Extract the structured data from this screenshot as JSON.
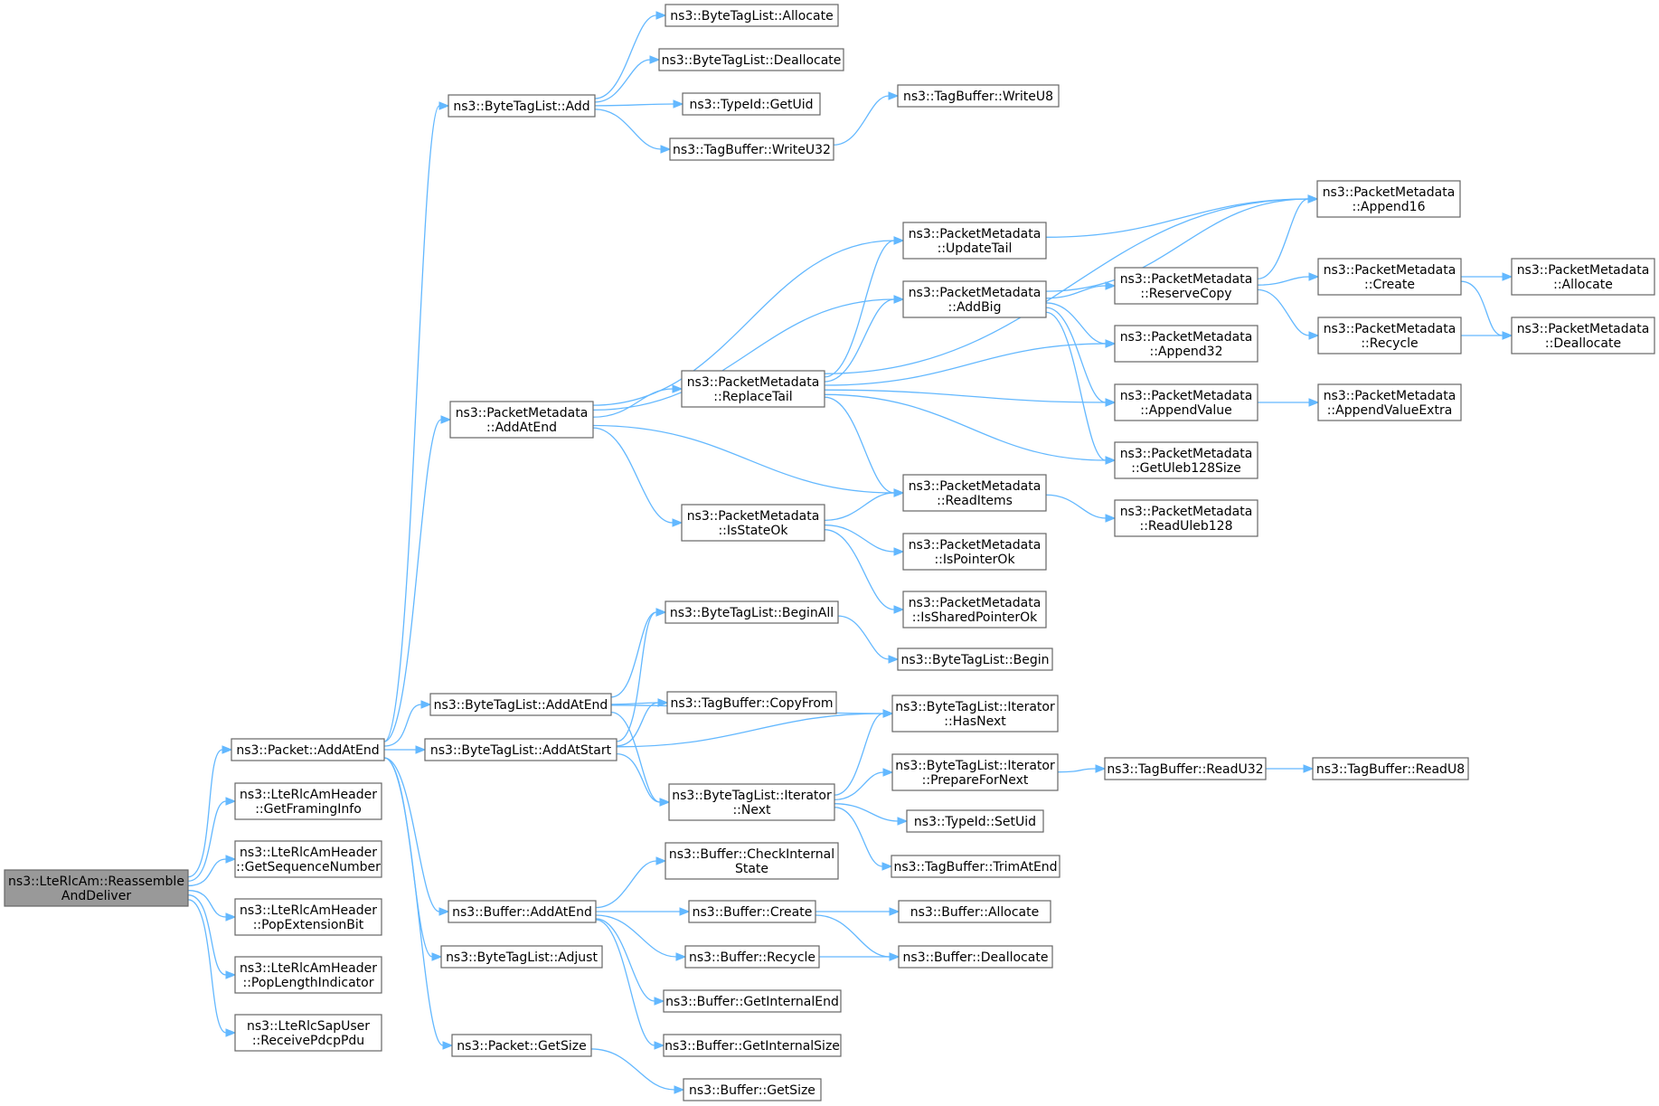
{
  "diagram": {
    "nodes": [
      {
        "id": "root",
        "lines": [
          "ns3::LteRlcAm::Reassemble",
          "AndDeliver"
        ],
        "root": true
      },
      {
        "id": "pkt_addatend",
        "lines": [
          "ns3::Packet::AddAtEnd"
        ]
      },
      {
        "id": "hdr_framing",
        "lines": [
          "ns3::LteRlcAmHeader",
          "::GetFramingInfo"
        ]
      },
      {
        "id": "hdr_seq",
        "lines": [
          "ns3::LteRlcAmHeader",
          "::GetSequenceNumber"
        ]
      },
      {
        "id": "hdr_popext",
        "lines": [
          "ns3::LteRlcAmHeader",
          "::PopExtensionBit"
        ]
      },
      {
        "id": "hdr_poplen",
        "lines": [
          "ns3::LteRlcAmHeader",
          "::PopLengthIndicator"
        ]
      },
      {
        "id": "sap_receive",
        "lines": [
          "ns3::LteRlcSapUser",
          "::ReceivePdcpPdu"
        ]
      },
      {
        "id": "btl_add",
        "lines": [
          "ns3::ByteTagList::Add"
        ]
      },
      {
        "id": "pm_addatend",
        "lines": [
          "ns3::PacketMetadata",
          "::AddAtEnd"
        ]
      },
      {
        "id": "btl_addatend",
        "lines": [
          "ns3::ByteTagList::AddAtEnd"
        ]
      },
      {
        "id": "btl_addatstart",
        "lines": [
          "ns3::ByteTagList::AddAtStart"
        ]
      },
      {
        "id": "buf_addatend",
        "lines": [
          "ns3::Buffer::AddAtEnd"
        ]
      },
      {
        "id": "btl_adjust",
        "lines": [
          "ns3::ByteTagList::Adjust"
        ]
      },
      {
        "id": "pkt_getsize",
        "lines": [
          "ns3::Packet::GetSize"
        ]
      },
      {
        "id": "btl_allocate",
        "lines": [
          "ns3::ByteTagList::Allocate"
        ]
      },
      {
        "id": "btl_deallocate",
        "lines": [
          "ns3::ByteTagList::Deallocate"
        ]
      },
      {
        "id": "tid_getuid",
        "lines": [
          "ns3::TypeId::GetUid"
        ]
      },
      {
        "id": "tb_writeu32",
        "lines": [
          "ns3::TagBuffer::WriteU32"
        ]
      },
      {
        "id": "tb_writeu8",
        "lines": [
          "ns3::TagBuffer::WriteU8"
        ]
      },
      {
        "id": "pm_append16",
        "lines": [
          "ns3::PacketMetadata",
          "::Append16"
        ]
      },
      {
        "id": "pm_updatetail",
        "lines": [
          "ns3::PacketMetadata",
          "::UpdateTail"
        ]
      },
      {
        "id": "pm_addbig",
        "lines": [
          "ns3::PacketMetadata",
          "::AddBig"
        ]
      },
      {
        "id": "pm_replacetail",
        "lines": [
          "ns3::PacketMetadata",
          "::ReplaceTail"
        ]
      },
      {
        "id": "pm_isstateok",
        "lines": [
          "ns3::PacketMetadata",
          "::IsStateOk"
        ]
      },
      {
        "id": "pm_reservecopy",
        "lines": [
          "ns3::PacketMetadata",
          "::ReserveCopy"
        ]
      },
      {
        "id": "pm_create",
        "lines": [
          "ns3::PacketMetadata",
          "::Create"
        ]
      },
      {
        "id": "pm_allocate",
        "lines": [
          "ns3::PacketMetadata",
          "::Allocate"
        ]
      },
      {
        "id": "pm_recycle",
        "lines": [
          "ns3::PacketMetadata",
          "::Recycle"
        ]
      },
      {
        "id": "pm_deallocate",
        "lines": [
          "ns3::PacketMetadata",
          "::Deallocate"
        ]
      },
      {
        "id": "pm_append32",
        "lines": [
          "ns3::PacketMetadata",
          "::Append32"
        ]
      },
      {
        "id": "pm_appendvalue",
        "lines": [
          "ns3::PacketMetadata",
          "::AppendValue"
        ]
      },
      {
        "id": "pm_appendvalueextra",
        "lines": [
          "ns3::PacketMetadata",
          "::AppendValueExtra"
        ]
      },
      {
        "id": "pm_getuleb",
        "lines": [
          "ns3::PacketMetadata",
          "::GetUleb128Size"
        ]
      },
      {
        "id": "pm_readitems",
        "lines": [
          "ns3::PacketMetadata",
          "::ReadItems"
        ]
      },
      {
        "id": "pm_readuleb",
        "lines": [
          "ns3::PacketMetadata",
          "::ReadUleb128"
        ]
      },
      {
        "id": "pm_ispointerok",
        "lines": [
          "ns3::PacketMetadata",
          "::IsPointerOk"
        ]
      },
      {
        "id": "pm_issharedpointerok",
        "lines": [
          "ns3::PacketMetadata",
          "::IsSharedPointerOk"
        ]
      },
      {
        "id": "btl_beginall",
        "lines": [
          "ns3::ByteTagList::BeginAll"
        ]
      },
      {
        "id": "btl_begin",
        "lines": [
          "ns3::ByteTagList::Begin"
        ]
      },
      {
        "id": "tb_copyfrom",
        "lines": [
          "ns3::TagBuffer::CopyFrom"
        ]
      },
      {
        "id": "it_hasnext",
        "lines": [
          "ns3::ByteTagList::Iterator",
          "::HasNext"
        ]
      },
      {
        "id": "it_next",
        "lines": [
          "ns3::ByteTagList::Iterator",
          "::Next"
        ]
      },
      {
        "id": "it_prepare",
        "lines": [
          "ns3::ByteTagList::Iterator",
          "::PrepareForNext"
        ]
      },
      {
        "id": "tb_readu32",
        "lines": [
          "ns3::TagBuffer::ReadU32"
        ]
      },
      {
        "id": "tb_readu8",
        "lines": [
          "ns3::TagBuffer::ReadU8"
        ]
      },
      {
        "id": "tid_setuid",
        "lines": [
          "ns3::TypeId::SetUid"
        ]
      },
      {
        "id": "tb_trimatend",
        "lines": [
          "ns3::TagBuffer::TrimAtEnd"
        ]
      },
      {
        "id": "buf_checkinternal",
        "lines": [
          "ns3::Buffer::CheckInternal",
          "State"
        ]
      },
      {
        "id": "buf_create",
        "lines": [
          "ns3::Buffer::Create"
        ]
      },
      {
        "id": "buf_allocate",
        "lines": [
          "ns3::Buffer::Allocate"
        ]
      },
      {
        "id": "buf_recycle",
        "lines": [
          "ns3::Buffer::Recycle"
        ]
      },
      {
        "id": "buf_deallocate",
        "lines": [
          "ns3::Buffer::Deallocate"
        ]
      },
      {
        "id": "buf_getinternalend",
        "lines": [
          "ns3::Buffer::GetInternalEnd"
        ]
      },
      {
        "id": "buf_getinternalsize",
        "lines": [
          "ns3::Buffer::GetInternalSize"
        ]
      },
      {
        "id": "buf_getsize",
        "lines": [
          "ns3::Buffer::GetSize"
        ]
      }
    ],
    "edges": [
      [
        "root",
        "pkt_addatend"
      ],
      [
        "root",
        "hdr_framing"
      ],
      [
        "root",
        "hdr_seq"
      ],
      [
        "root",
        "hdr_popext"
      ],
      [
        "root",
        "hdr_poplen"
      ],
      [
        "root",
        "sap_receive"
      ],
      [
        "pkt_addatend",
        "btl_add"
      ],
      [
        "pkt_addatend",
        "pm_addatend"
      ],
      [
        "pkt_addatend",
        "btl_addatend"
      ],
      [
        "pkt_addatend",
        "btl_addatstart"
      ],
      [
        "pkt_addatend",
        "buf_addatend"
      ],
      [
        "pkt_addatend",
        "btl_adjust"
      ],
      [
        "pkt_addatend",
        "pkt_getsize"
      ],
      [
        "btl_add",
        "btl_allocate"
      ],
      [
        "btl_add",
        "btl_deallocate"
      ],
      [
        "btl_add",
        "tid_getuid"
      ],
      [
        "btl_add",
        "tb_writeu32"
      ],
      [
        "tb_writeu32",
        "tb_writeu8"
      ],
      [
        "pm_addatend",
        "pm_updatetail"
      ],
      [
        "pm_addatend",
        "pm_addbig"
      ],
      [
        "pm_addatend",
        "pm_replacetail"
      ],
      [
        "pm_addatend",
        "pm_readitems"
      ],
      [
        "pm_addatend",
        "pm_isstateok"
      ],
      [
        "pm_updatetail",
        "pm_append16"
      ],
      [
        "pm_addbig",
        "pm_append16"
      ],
      [
        "pm_addbig",
        "pm_reservecopy"
      ],
      [
        "pm_addbig",
        "pm_append32"
      ],
      [
        "pm_addbig",
        "pm_appendvalue"
      ],
      [
        "pm_addbig",
        "pm_getuleb"
      ],
      [
        "pm_replacetail",
        "pm_append16"
      ],
      [
        "pm_replacetail",
        "pm_updatetail"
      ],
      [
        "pm_replacetail",
        "pm_addbig"
      ],
      [
        "pm_replacetail",
        "pm_append32"
      ],
      [
        "pm_replacetail",
        "pm_appendvalue"
      ],
      [
        "pm_replacetail",
        "pm_getuleb"
      ],
      [
        "pm_replacetail",
        "pm_readitems"
      ],
      [
        "pm_reservecopy",
        "pm_append16"
      ],
      [
        "pm_reservecopy",
        "pm_create"
      ],
      [
        "pm_reservecopy",
        "pm_recycle"
      ],
      [
        "pm_create",
        "pm_allocate"
      ],
      [
        "pm_create",
        "pm_deallocate"
      ],
      [
        "pm_recycle",
        "pm_deallocate"
      ],
      [
        "pm_appendvalue",
        "pm_appendvalueextra"
      ],
      [
        "pm_isstateok",
        "pm_readitems"
      ],
      [
        "pm_isstateok",
        "pm_ispointerok"
      ],
      [
        "pm_isstateok",
        "pm_issharedpointerok"
      ],
      [
        "pm_readitems",
        "pm_readuleb"
      ],
      [
        "btl_addatend",
        "btl_beginall"
      ],
      [
        "btl_addatend",
        "tb_copyfrom"
      ],
      [
        "btl_addatend",
        "it_hasnext"
      ],
      [
        "btl_addatend",
        "it_next"
      ],
      [
        "btl_addatstart",
        "btl_beginall"
      ],
      [
        "btl_addatstart",
        "tb_copyfrom"
      ],
      [
        "btl_addatstart",
        "it_hasnext"
      ],
      [
        "btl_addatstart",
        "it_next"
      ],
      [
        "btl_beginall",
        "btl_begin"
      ],
      [
        "it_next",
        "it_hasnext"
      ],
      [
        "it_next",
        "it_prepare"
      ],
      [
        "it_next",
        "tid_setuid"
      ],
      [
        "it_next",
        "tb_trimatend"
      ],
      [
        "it_prepare",
        "tb_readu32"
      ],
      [
        "tb_readu32",
        "tb_readu8"
      ],
      [
        "buf_addatend",
        "buf_checkinternal"
      ],
      [
        "buf_addatend",
        "buf_create"
      ],
      [
        "buf_addatend",
        "buf_recycle"
      ],
      [
        "buf_addatend",
        "buf_getinternalend"
      ],
      [
        "buf_addatend",
        "buf_getinternalsize"
      ],
      [
        "buf_create",
        "buf_allocate"
      ],
      [
        "buf_create",
        "buf_deallocate"
      ],
      [
        "buf_recycle",
        "buf_deallocate"
      ],
      [
        "pkt_getsize",
        "buf_getsize"
      ]
    ]
  }
}
